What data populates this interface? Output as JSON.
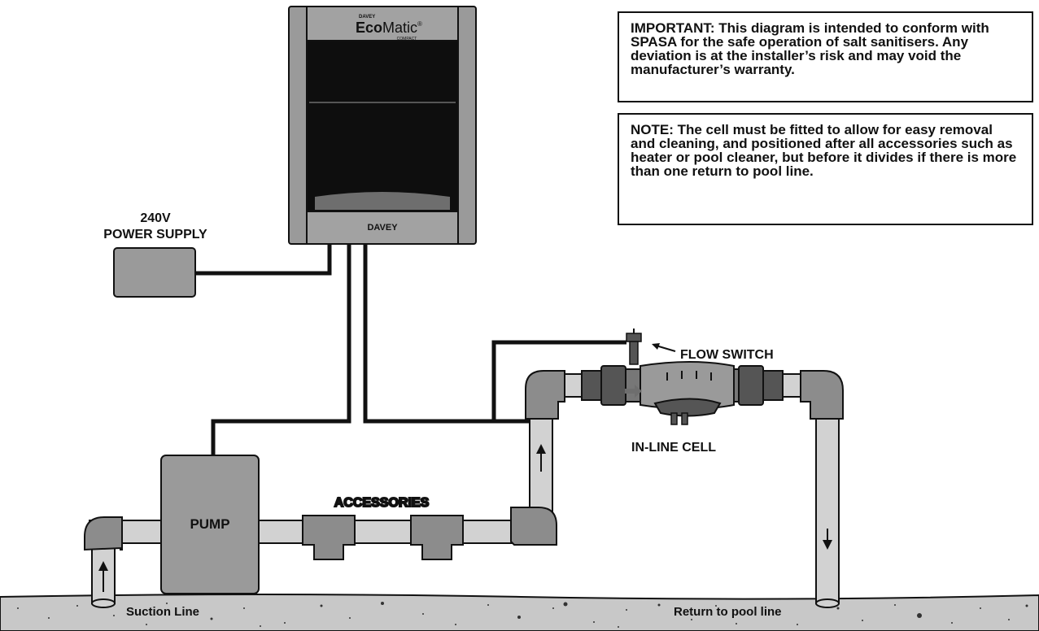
{
  "notes": {
    "important": "IMPORTANT: This diagram is intended to conform with SPASA for the safe operation of salt sanitisers. Any deviation is at the installer’s risk and may void the manufacturer’s warranty.",
    "install": "NOTE: The cell must be fitted to allow for easy removal and cleaning, and positioned after all accessories such as heater or pool cleaner, but before it divides if there is more than one return to pool line."
  },
  "controller": {
    "brand_small": "DAVEY",
    "brand_main_bold": "Eco",
    "brand_main_light": "Matic",
    "brand_reg": "®",
    "brand_sub": "COMPACT",
    "bottom_brand": "DAVEY"
  },
  "labels": {
    "power_line1": "240V",
    "power_line2": "POWER SUPPLY",
    "pump": "PUMP",
    "accessories": "ACCESSORIES",
    "flow_switch": "FLOW SWITCH",
    "inline_cell": "IN-LINE CELL",
    "suction_line": "Suction Line",
    "return_line": "Return to pool line"
  },
  "colors": {
    "outline": "#111111",
    "device_grey": "#9a9a9a",
    "pipe_light": "#d2d2d2",
    "fitting_grey": "#8c8c8c",
    "fitting_dark": "#555555",
    "controller_black": "#0e0e0e",
    "ground": "#c8c8c8"
  }
}
